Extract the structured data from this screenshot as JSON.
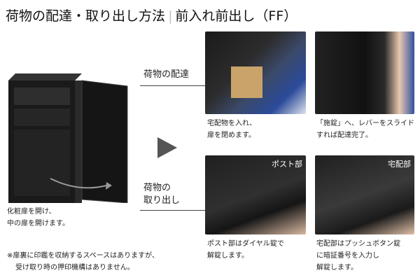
{
  "title": {
    "main": "荷物の配達・取り出し方法",
    "separator": "|",
    "sub": "前入れ前出し（FF）"
  },
  "left": {
    "caption": [
      "化粧扉を開け、",
      "中の扉を開けます。"
    ],
    "note": [
      "※扉裏に印鑑を収納するスペースはありますが、",
      "受け取り時の押印機構はありません。"
    ]
  },
  "sections": {
    "delivery": {
      "label": "荷物の配達",
      "steps": [
        {
          "caption": [
            "宅配物を入れ、",
            "扉を閉めます。"
          ]
        },
        {
          "caption": [
            "「施錠」へ、レバーをスライド",
            "すれば配達完了。"
          ]
        }
      ]
    },
    "pickup": {
      "label": [
        "荷物の",
        "取り出し"
      ],
      "steps": [
        {
          "badge": "ポスト部",
          "caption": [
            "ポスト部はダイヤル錠で",
            "解錠します。"
          ]
        },
        {
          "badge": "宅配部",
          "caption": [
            "宅配部はプッシュボタン錠",
            "に暗証番号を入力し",
            "解錠します。"
          ]
        }
      ]
    }
  }
}
